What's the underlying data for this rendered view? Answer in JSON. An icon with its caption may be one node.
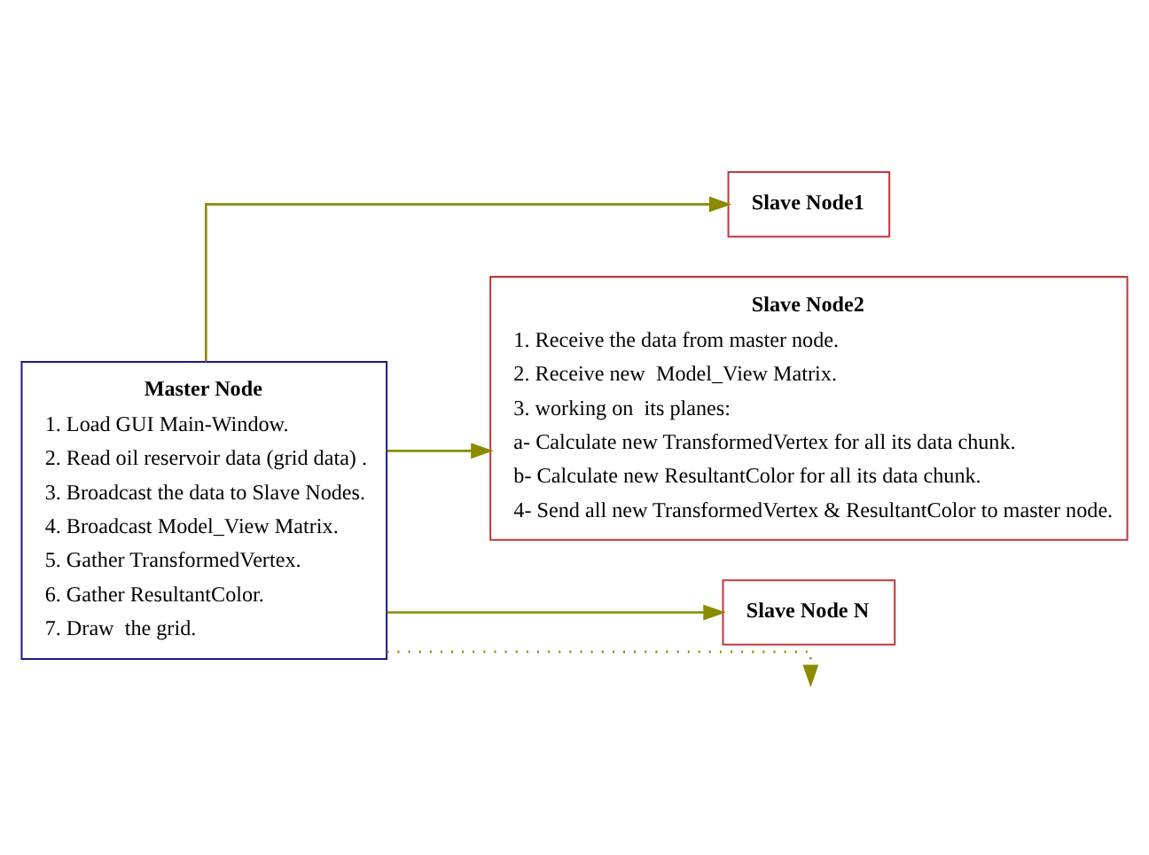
{
  "diagram": {
    "nodes": [
      {
        "text": [
          "Master Node",
          "1. Load GUI Main-Window.",
          "2. Read oil reservoir data (grid data) .",
          "3. Broadcast the data to Slave Nodes.",
          "4. Broadcast Model_View Matrix.",
          "5. Gather TransformedVertex.",
          "6. Gather ResultantColor.",
          "7. Draw  the grid."
        ]
      },
      {
        "text": [
          "Slave Node1"
        ]
      },
      {
        "text": [
          "Slave Node2",
          "1. Receive the data from master node.",
          "2. Receive new  Model_View Matrix.",
          "3. working on  its planes:",
          "a- Calculate new TransformedVertex for all its data chunk.",
          "b- Calculate new ResultantColor for all its data chunk.",
          "4- Send all new TransformedVertex & ResultantColor to master node."
        ]
      },
      {
        "text": [
          "Slave Node N"
        ]
      }
    ],
    "edges": [
      {
        "from": 0,
        "to": 1,
        "arrow": "to"
      },
      {
        "from": 0,
        "to": 2,
        "arrow": "to"
      },
      {
        "from": 0,
        "to": null,
        "arrow": "to",
        "style": "dashed"
      },
      {
        "from": 0,
        "to": 3,
        "arrow": "to"
      }
    ]
  }
}
